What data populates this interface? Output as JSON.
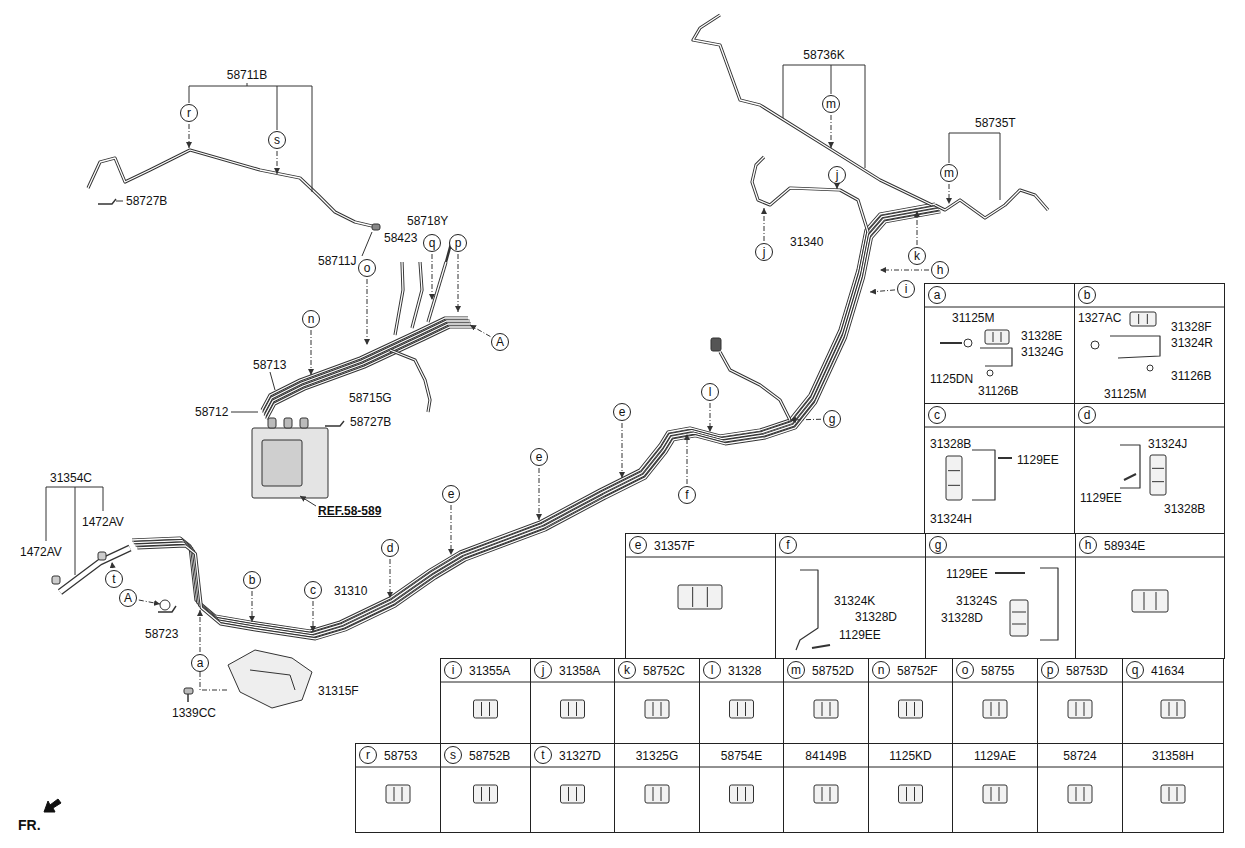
{
  "diagram": {
    "nodes": [
      {
        "text": [
          "r"
        ]
      },
      {
        "text": [
          "s"
        ]
      },
      {
        "text": [
          "m"
        ]
      },
      {
        "text": [
          "m"
        ]
      },
      {
        "text": [
          "j"
        ]
      },
      {
        "text": [
          "q"
        ]
      },
      {
        "text": [
          "p"
        ]
      },
      {
        "text": [
          "j"
        ]
      },
      {
        "text": [
          "o"
        ]
      },
      {
        "text": [
          "k"
        ]
      },
      {
        "text": [
          "h"
        ]
      },
      {
        "text": [
          "i"
        ]
      },
      {
        "text": [
          "n"
        ]
      },
      {
        "text": [
          "A"
        ]
      },
      {
        "text": [
          "l"
        ]
      },
      {
        "text": [
          "e"
        ]
      },
      {
        "text": [
          "g"
        ]
      },
      {
        "text": [
          "e"
        ]
      },
      {
        "text": [
          "e"
        ]
      },
      {
        "text": [
          "f"
        ]
      },
      {
        "text": [
          "d"
        ]
      },
      {
        "text": [
          "t"
        ]
      },
      {
        "text": [
          "b"
        ]
      },
      {
        "text": [
          "c"
        ]
      },
      {
        "text": [
          "A"
        ]
      },
      {
        "text": [
          "a"
        ]
      },
      {
        "text": [
          "31125M",
          "31328E",
          "31324G",
          "1125DN",
          "31126B"
        ]
      },
      {
        "text": [
          "a"
        ],
        "in": 26
      },
      {
        "text": [
          "1327AC",
          "31328F",
          "31324R",
          "31125M",
          "31126B"
        ]
      },
      {
        "text": [
          "b"
        ],
        "in": 28
      },
      {
        "text": [
          "31328B",
          "1129EE",
          "31324H"
        ]
      },
      {
        "text": [
          "c"
        ],
        "in": 30
      },
      {
        "text": [
          "31324J",
          "1129EE",
          "31328B"
        ]
      },
      {
        "text": [
          "d"
        ],
        "in": 32
      },
      {
        "text": [
          "31357F"
        ]
      },
      {
        "text": [
          "e"
        ],
        "in": 34
      },
      {
        "text": [
          "31324K",
          "31328D",
          "1129EE"
        ]
      },
      {
        "text": [
          "f"
        ],
        "in": 36
      },
      {
        "text": [
          "1129EE",
          "31324S",
          "31328D"
        ]
      },
      {
        "text": [
          "g"
        ],
        "in": 38
      },
      {
        "text": [
          "58934E"
        ]
      },
      {
        "text": [
          "h"
        ],
        "in": 40
      },
      {
        "text": [
          "31355A"
        ]
      },
      {
        "text": [
          "i"
        ],
        "in": 42
      },
      {
        "text": [
          "31358A"
        ]
      },
      {
        "text": [
          "j"
        ],
        "in": 44
      },
      {
        "text": [
          "58752C"
        ]
      },
      {
        "text": [
          "k"
        ],
        "in": 46
      },
      {
        "text": [
          "31328"
        ]
      },
      {
        "text": [
          "l"
        ],
        "in": 48
      },
      {
        "text": [
          "58752D"
        ]
      },
      {
        "text": [
          "m"
        ],
        "in": 50
      },
      {
        "text": [
          "58752F"
        ]
      },
      {
        "text": [
          "n"
        ],
        "in": 52
      },
      {
        "text": [
          "58755"
        ]
      },
      {
        "text": [
          "o"
        ],
        "in": 54
      },
      {
        "text": [
          "58753D"
        ]
      },
      {
        "text": [
          "p"
        ],
        "in": 56
      },
      {
        "text": [
          "41634"
        ]
      },
      {
        "text": [
          "q"
        ],
        "in": 58
      },
      {
        "text": [
          "58753"
        ]
      },
      {
        "text": [
          "r"
        ],
        "in": 60
      },
      {
        "text": [
          "58752B"
        ]
      },
      {
        "text": [
          "s"
        ],
        "in": 62
      },
      {
        "text": [
          "31327D"
        ]
      },
      {
        "text": [
          "t"
        ],
        "in": 64
      },
      {
        "text": [
          "31325G"
        ]
      },
      {
        "text": [
          "58754E"
        ]
      },
      {
        "text": [
          "84149B"
        ]
      },
      {
        "text": [
          "1125KD"
        ]
      },
      {
        "text": [
          "1129AE"
        ]
      },
      {
        "text": [
          "58724"
        ]
      },
      {
        "text": [
          "31358H"
        ]
      }
    ],
    "labels": [
      "58711B",
      "58727B",
      "58423",
      "58718Y",
      "58711J",
      "58713",
      "58715G",
      "58712",
      "58727B",
      "REF.58-589",
      "31354C",
      "1472AV",
      "1472AV",
      "58723",
      "1339CC",
      "31315F",
      "31310",
      "31340",
      "58736K",
      "58735T",
      "FR."
    ]
  }
}
